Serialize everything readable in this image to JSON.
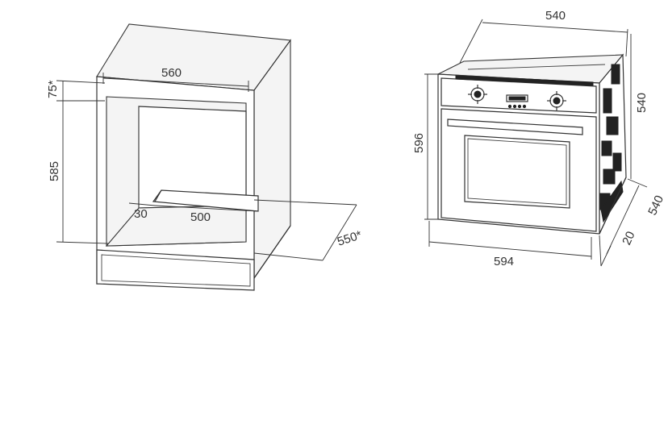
{
  "cabinet": {
    "dim_width": "560",
    "dim_top_gap": "75*",
    "dim_height": "585",
    "dim_front_gap": "30",
    "dim_inner_depth": "500",
    "dim_depth": "550*"
  },
  "oven": {
    "dim_depth_top": "540",
    "dim_body_height": "540",
    "dim_front_height": "596",
    "dim_front_width": "594",
    "dim_side_depth": "540",
    "dim_panel_depth": "20"
  }
}
